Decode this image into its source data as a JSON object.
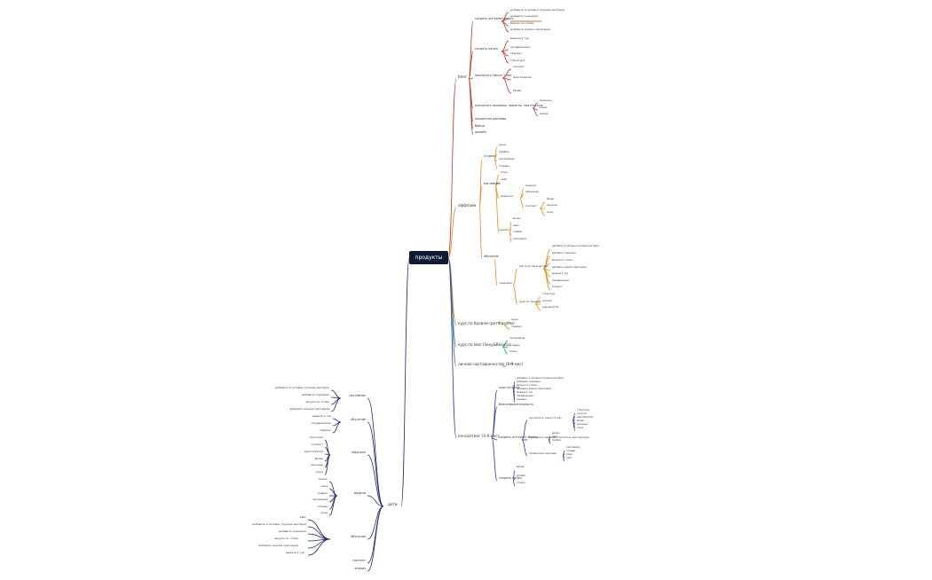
{
  "root": "продукты",
  "colors": {
    "root_bg": "#0f1b35",
    "blog": "#c0392b",
    "offline": "#e08a1e",
    "brows": "#d98c1f",
    "brows_skill": "#1a9e8f",
    "mentor": "#5d6b8a",
    "consult": "#2d3a9e",
    "deti": "#1e2a6e"
  },
  "labels": {
    "blog": "блог",
    "offline": "оффлайн",
    "brows_course": "курс по бровям (детФдетям)",
    "brows_skill": "курс по мил (Sexy&Beauty)",
    "mentor": "личное наставничество (1-3 мес)",
    "consult": "консалтинг (3-6 мес)",
    "deti": "дети",
    "l2_1": "создать интернет блога",
    "l2_2": "создать канал",
    "l2_3": "прописать смысл 2 мес",
    "l2_4": "прописать рекламы, проекты, мастерскую",
    "l2_5": "приватная реклама",
    "l2_6": "бренд",
    "l2_7": "дизайн",
    "l2_8": "студия",
    "l2_9": "наставник",
    "l2_10": "обучение",
    "l2_11": "воркшоп",
    "l2_12": "модели",
    "l2_13": "обучение",
    "l2_14": "контент",
    "l2_15": "анализ",
    "l2_16": "упаковка",
    "l2_17": "детское творчество",
    "l2_18": "курс по бровям",
    "l2_19": "курс по всем",
    "l2_20": "благотворительность",
    "l3_1": "добавить 4 сетевых (лучшие мастера)",
    "l3_2": "добавить сценарии",
    "l3_3": "визуал по стилю",
    "l3_4": "добавить анализ партнеров",
    "l3_5": "выдача 1 тур",
    "l3_6": "продвижение",
    "l3_7": "тренинг",
    "l3_8": "структура",
    "l3_9": "контент",
    "l3_10": "мероприятия",
    "l3_11": "брови",
    "l3_12": "ресницы",
    "l3_13": "кожа",
    "l3_14": "визаж",
    "l3_15": "цена",
    "l3_16": "график",
    "l3_17": "программа",
    "l3_18": "отзывы",
    "l3_19": "план",
    "l3_20": "кейс"
  }
}
